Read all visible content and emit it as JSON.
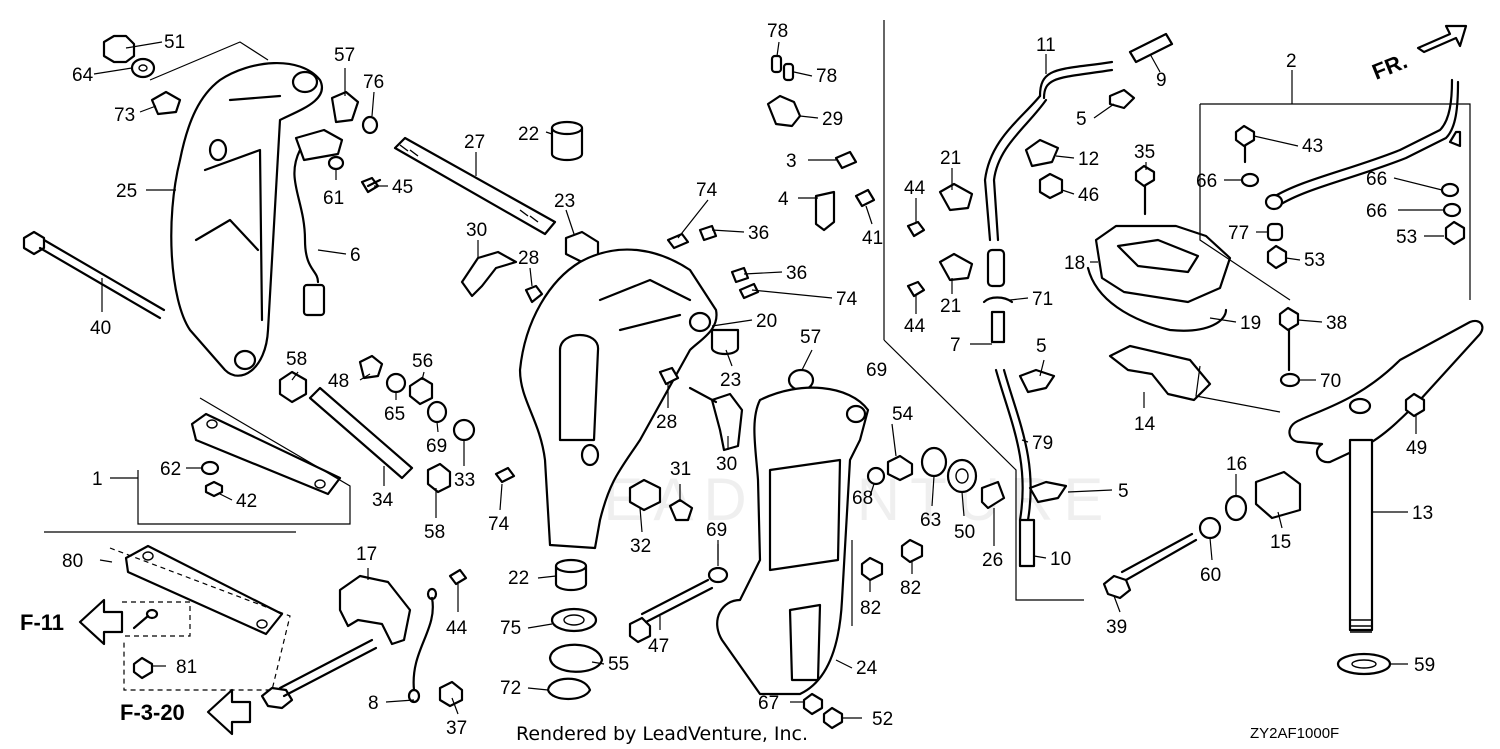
{
  "diagram": {
    "footer_text": "Rendered by LeadVenture, Inc.",
    "diagram_code": "ZY2AF1000F",
    "direction_label": "FR.",
    "watermark": "LEADVENTURE",
    "references": [
      "F-11",
      "F-3-20"
    ],
    "callouts": [
      {
        "id": "c01",
        "n": "51"
      },
      {
        "id": "c02",
        "n": "64"
      },
      {
        "id": "c03",
        "n": "73"
      },
      {
        "id": "c04",
        "n": "25"
      },
      {
        "id": "c05",
        "n": "57"
      },
      {
        "id": "c06",
        "n": "76"
      },
      {
        "id": "c07",
        "n": "61"
      },
      {
        "id": "c08",
        "n": "45"
      },
      {
        "id": "c09",
        "n": "6"
      },
      {
        "id": "c10",
        "n": "40"
      },
      {
        "id": "c11",
        "n": "27"
      },
      {
        "id": "c12",
        "n": "22"
      },
      {
        "id": "c13",
        "n": "78"
      },
      {
        "id": "c14",
        "n": "78"
      },
      {
        "id": "c15",
        "n": "29"
      },
      {
        "id": "c16",
        "n": "23"
      },
      {
        "id": "c17",
        "n": "30"
      },
      {
        "id": "c18",
        "n": "28"
      },
      {
        "id": "c19",
        "n": "74"
      },
      {
        "id": "c20",
        "n": "36"
      },
      {
        "id": "c21",
        "n": "36"
      },
      {
        "id": "c22",
        "n": "74"
      },
      {
        "id": "c23",
        "n": "3"
      },
      {
        "id": "c24",
        "n": "4"
      },
      {
        "id": "c25",
        "n": "41"
      },
      {
        "id": "c26",
        "n": "20"
      },
      {
        "id": "c27",
        "n": "23"
      },
      {
        "id": "c28",
        "n": "57"
      },
      {
        "id": "c29",
        "n": "28"
      },
      {
        "id": "c30",
        "n": "30"
      },
      {
        "id": "c31",
        "n": "58"
      },
      {
        "id": "c32",
        "n": "48"
      },
      {
        "id": "c33",
        "n": "56"
      },
      {
        "id": "c34",
        "n": "65"
      },
      {
        "id": "c35",
        "n": "69"
      },
      {
        "id": "c36",
        "n": "33"
      },
      {
        "id": "c37",
        "n": "34"
      },
      {
        "id": "c38",
        "n": "58"
      },
      {
        "id": "c39",
        "n": "74"
      },
      {
        "id": "c40",
        "n": "1"
      },
      {
        "id": "c41",
        "n": "62"
      },
      {
        "id": "c42",
        "n": "42"
      },
      {
        "id": "c43",
        "n": "31"
      },
      {
        "id": "c44",
        "n": "32"
      },
      {
        "id": "c45",
        "n": "69"
      },
      {
        "id": "c46",
        "n": "54"
      },
      {
        "id": "c47",
        "n": "68"
      },
      {
        "id": "c48",
        "n": "63"
      },
      {
        "id": "c49",
        "n": "50"
      },
      {
        "id": "c50",
        "n": "26"
      },
      {
        "id": "c51",
        "n": "22"
      },
      {
        "id": "c52",
        "n": "75"
      },
      {
        "id": "c53",
        "n": "55"
      },
      {
        "id": "c54",
        "n": "72"
      },
      {
        "id": "c55",
        "n": "47"
      },
      {
        "id": "c56",
        "n": "69"
      },
      {
        "id": "c57",
        "n": "24"
      },
      {
        "id": "c58",
        "n": "82"
      },
      {
        "id": "c59",
        "n": "82"
      },
      {
        "id": "c60",
        "n": "67"
      },
      {
        "id": "c61",
        "n": "52"
      },
      {
        "id": "c62",
        "n": "80"
      },
      {
        "id": "c63",
        "n": "81"
      },
      {
        "id": "c64",
        "n": "17"
      },
      {
        "id": "c65",
        "n": "44"
      },
      {
        "id": "c66",
        "n": "8"
      },
      {
        "id": "c67",
        "n": "37"
      },
      {
        "id": "c68",
        "n": "11"
      },
      {
        "id": "c69",
        "n": "9"
      },
      {
        "id": "c70",
        "n": "5"
      },
      {
        "id": "c71",
        "n": "21"
      },
      {
        "id": "c72",
        "n": "12"
      },
      {
        "id": "c73",
        "n": "35"
      },
      {
        "id": "c74",
        "n": "44"
      },
      {
        "id": "c75",
        "n": "46"
      },
      {
        "id": "c76",
        "n": "21"
      },
      {
        "id": "c77",
        "n": "44"
      },
      {
        "id": "c78",
        "n": "71"
      },
      {
        "id": "c79",
        "n": "7"
      },
      {
        "id": "c80",
        "n": "5"
      },
      {
        "id": "c81",
        "n": "79"
      },
      {
        "id": "c82",
        "n": "5"
      },
      {
        "id": "c83",
        "n": "10"
      },
      {
        "id": "c84",
        "n": "18"
      },
      {
        "id": "c85",
        "n": "19"
      },
      {
        "id": "c86",
        "n": "14"
      },
      {
        "id": "c87",
        "n": "2"
      },
      {
        "id": "c88",
        "n": "43"
      },
      {
        "id": "c89",
        "n": "66"
      },
      {
        "id": "c90",
        "n": "66"
      },
      {
        "id": "c91",
        "n": "66"
      },
      {
        "id": "c92",
        "n": "77"
      },
      {
        "id": "c93",
        "n": "53"
      },
      {
        "id": "c94",
        "n": "53"
      },
      {
        "id": "c95",
        "n": "38"
      },
      {
        "id": "c96",
        "n": "70"
      },
      {
        "id": "c97",
        "n": "49"
      },
      {
        "id": "c98",
        "n": "13"
      },
      {
        "id": "c99",
        "n": "16"
      },
      {
        "id": "c100",
        "n": "15"
      },
      {
        "id": "c101",
        "n": "60"
      },
      {
        "id": "c102",
        "n": "39"
      },
      {
        "id": "c103",
        "n": "59"
      }
    ]
  }
}
